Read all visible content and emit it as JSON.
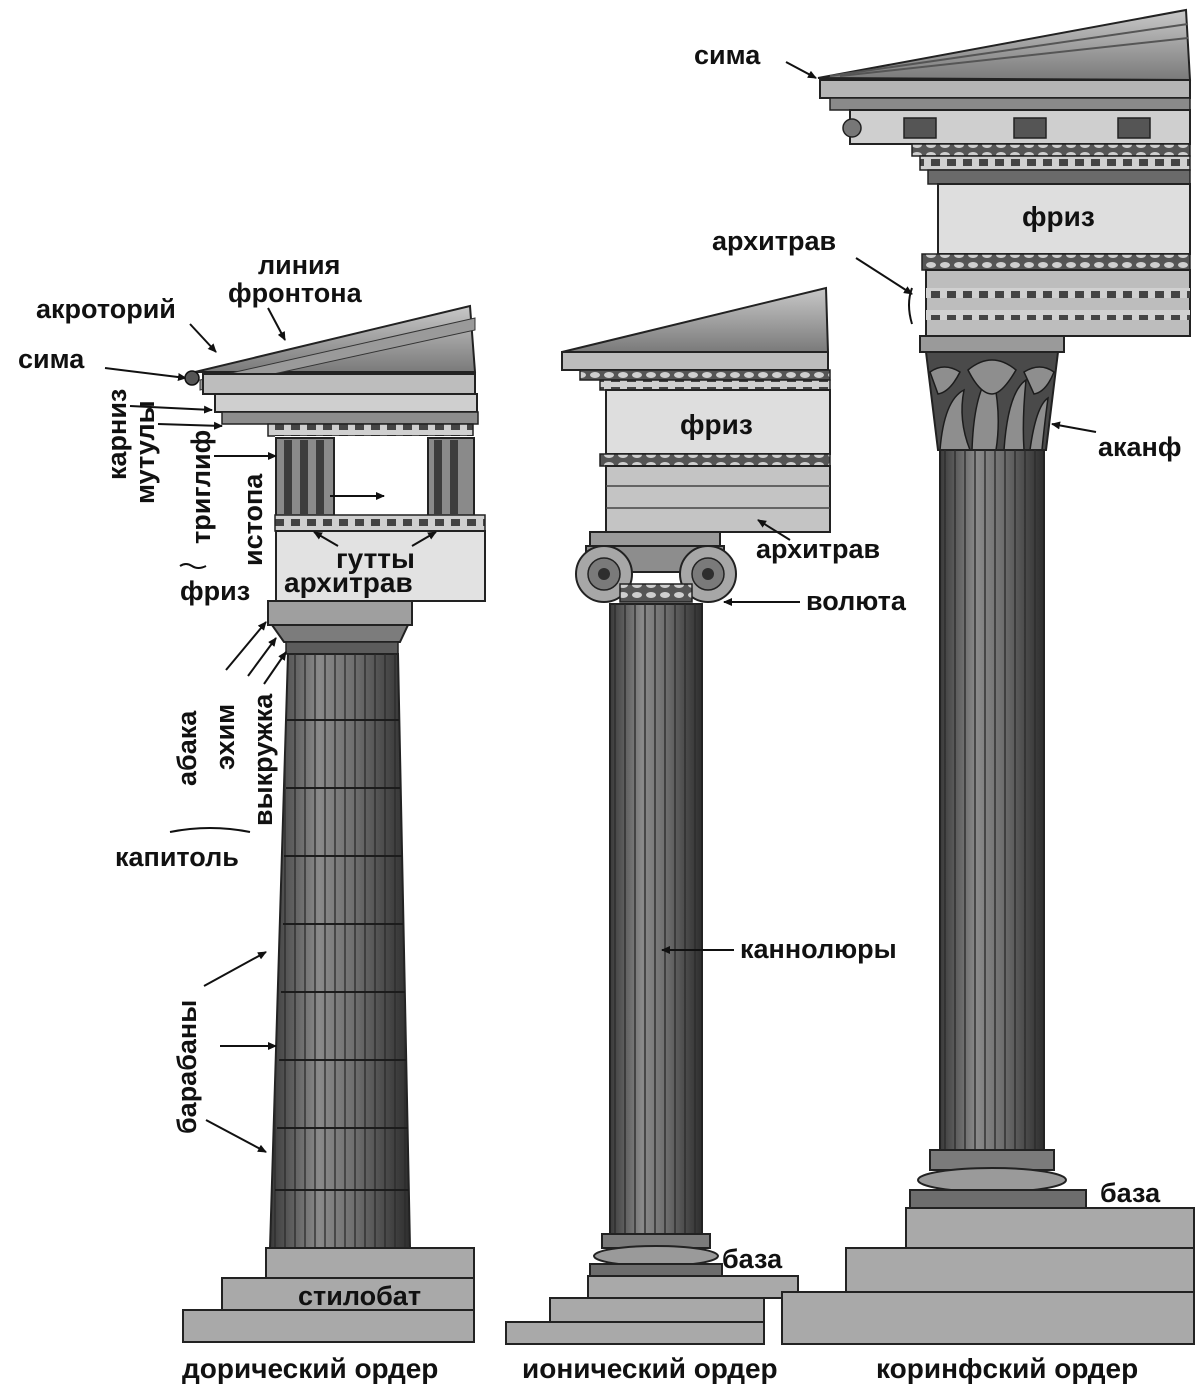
{
  "doric": {
    "caption": "дорический ордер",
    "labels": {
      "pediment_line": "линия\nфронтона",
      "akroterion": "акроторий",
      "sima": "сима",
      "cornice": "карниз",
      "mutules": "мутулы",
      "triglyph": "триглиф",
      "metope": "истопа",
      "guttae": "гутты",
      "architrave": "архитрав",
      "frieze": "фриз",
      "abacus": "абака",
      "echinus": "эхим",
      "hypotrachelion": "выкружка",
      "capital": "капитоль",
      "drums": "барабаны",
      "stylobate": "стилобат"
    }
  },
  "ionic": {
    "caption": "ионический ордер",
    "labels": {
      "frieze": "фриз",
      "architrave": "архитрав",
      "volute": "волюта",
      "flutes": "каннолюры",
      "base": "база"
    }
  },
  "corinthian": {
    "caption": "коринфский ордер",
    "labels": {
      "sima": "сима",
      "frieze": "фриз",
      "architrave": "архитрав",
      "acanthus": "аканф",
      "base": "база"
    }
  },
  "colors": {
    "background": "#ffffff",
    "stone_light": "#dedede",
    "stone_mid": "#a9a9a9",
    "stone_dark": "#555555",
    "shaft": "#6c6c6c",
    "text": "#111111"
  }
}
